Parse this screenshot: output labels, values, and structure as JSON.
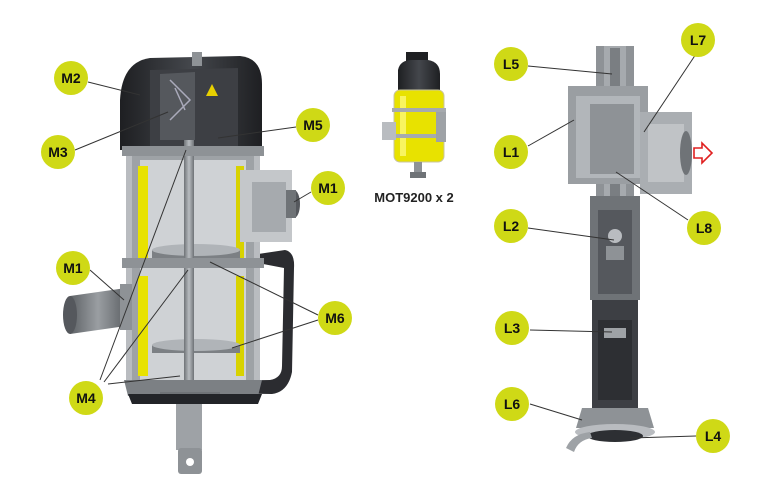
{
  "caption": "MOT9200 x 2",
  "colors": {
    "callout_fill": "#cfd916",
    "callout_text": "#111111",
    "leader": "#333333",
    "yellow": "#e8e200",
    "steel": "#8e9296",
    "dark": "#2d2f33",
    "arrow": "#e02020"
  },
  "icons": {
    "outlet_arrow": "outline-right-arrow-icon",
    "warning": "warning-triangle-icon"
  },
  "callouts": {
    "m2": "M2",
    "m3": "M3",
    "m5": "M5",
    "m1a": "M1",
    "m1b": "M1",
    "m6": "M6",
    "m4": "M4",
    "l5": "L5",
    "l7": "L7",
    "l1": "L1",
    "l2": "L2",
    "l8": "L8",
    "l3": "L3",
    "l6": "L6",
    "l4": "L4"
  }
}
